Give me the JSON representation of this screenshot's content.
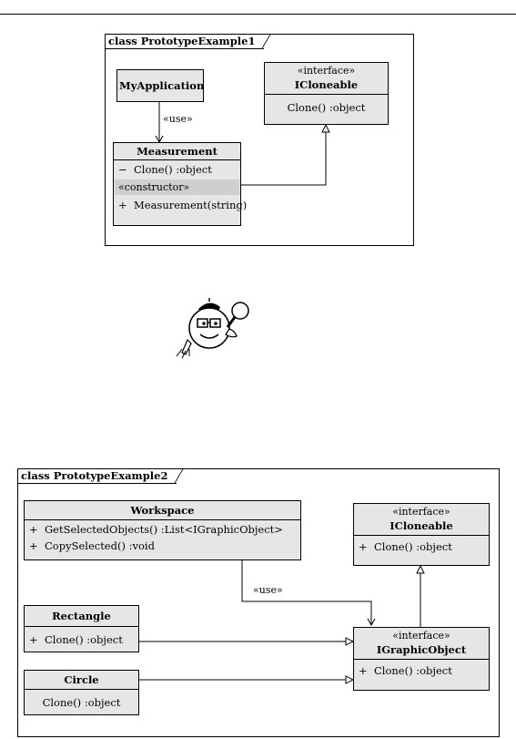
{
  "diagram1": {
    "title": "class PrototypeExample1",
    "my_application": "MyApplication",
    "use_label": "«use»",
    "icloneable": {
      "stereotype": "«interface»",
      "name": "ICloneable",
      "op": "Clone()  :object"
    },
    "measurement": {
      "name": "Measurement",
      "op_vis": "−",
      "op": "Clone()  :object",
      "ctor_stereotype": "«constructor»",
      "ctor_vis": "+",
      "ctor": "Measurement(string)"
    }
  },
  "diagram2": {
    "title": "class PrototypeExample2",
    "workspace": {
      "name": "Workspace",
      "ops": [
        {
          "vis": "+",
          "text": "GetSelectedObjects()  :List<IGraphicObject>"
        },
        {
          "vis": "+",
          "text": "CopySelected()  :void"
        }
      ]
    },
    "icloneable": {
      "stereotype": "«interface»",
      "name": "ICloneable",
      "vis": "+",
      "op": "Clone()  :object"
    },
    "use_label": "«use»",
    "rectangle": {
      "name": "Rectangle",
      "vis": "+",
      "op": "Clone()  :object"
    },
    "igraphic": {
      "stereotype": "«interface»",
      "name": "IGraphicObject",
      "vis": "+",
      "op": "Clone()  :object"
    },
    "circle": {
      "name": "Circle",
      "op": "Clone()  :object"
    }
  }
}
